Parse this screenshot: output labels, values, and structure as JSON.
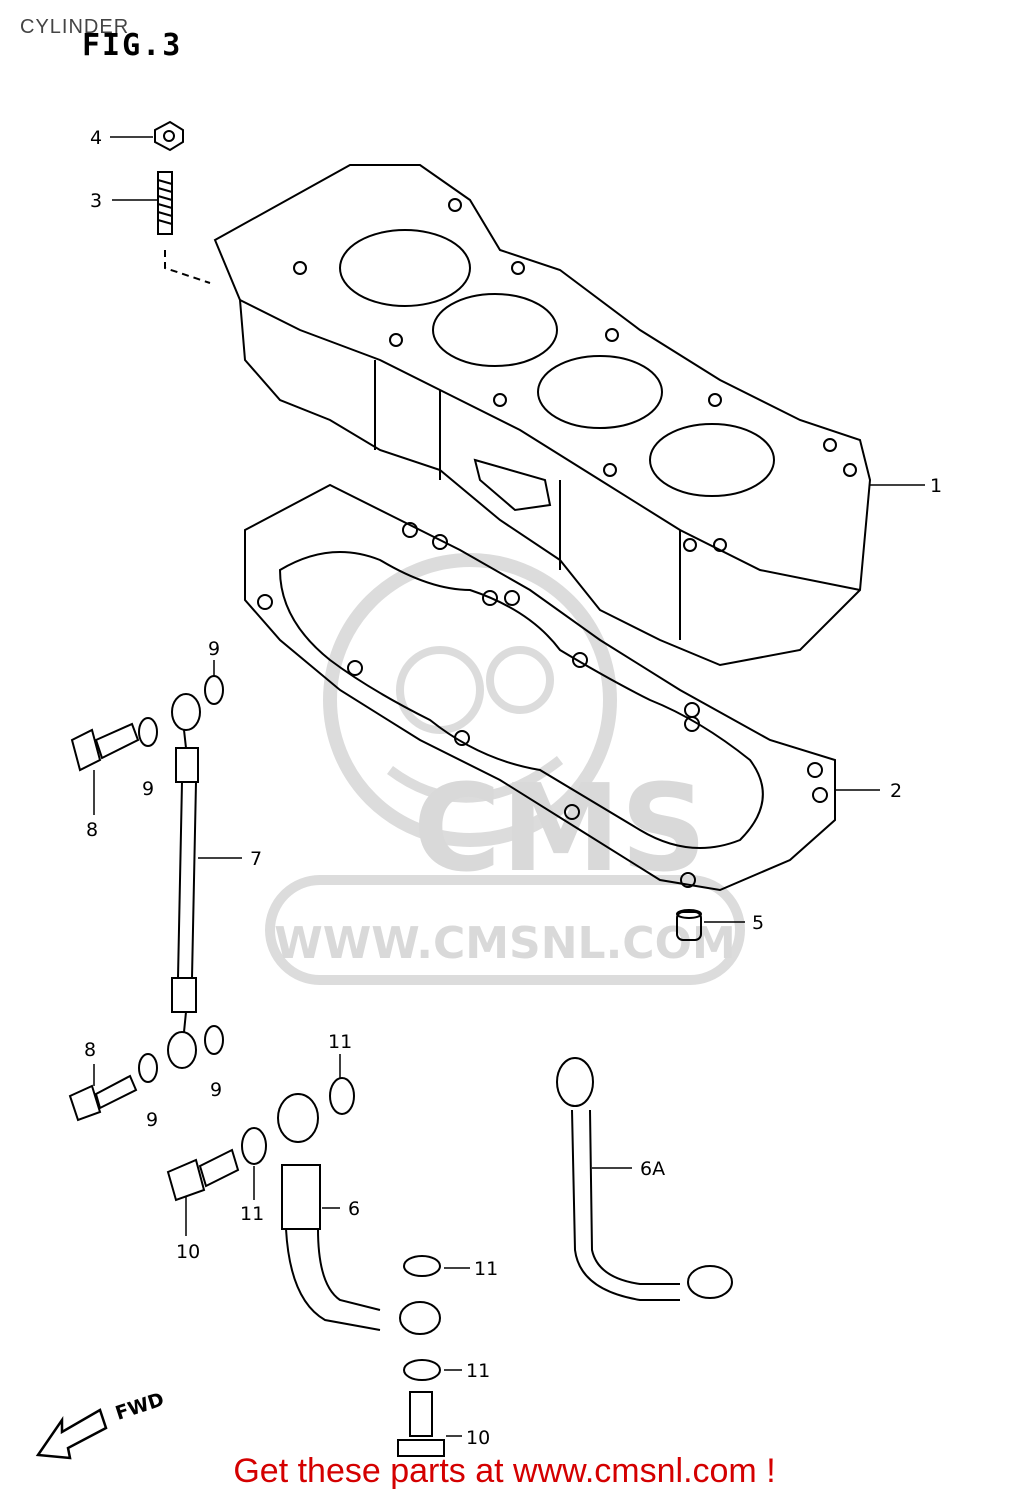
{
  "header": {
    "section": "CYLINDER",
    "figure": "FIG.3"
  },
  "watermark": {
    "brand": "CMS",
    "url": "WWW.CMSNL.COM"
  },
  "direction_label": "FWD",
  "callouts": [
    {
      "id": "c1",
      "label": "1"
    },
    {
      "id": "c2",
      "label": "2"
    },
    {
      "id": "c3",
      "label": "3"
    },
    {
      "id": "c4",
      "label": "4"
    },
    {
      "id": "c5",
      "label": "5"
    },
    {
      "id": "c6",
      "label": "6"
    },
    {
      "id": "c6a",
      "label": "6A"
    },
    {
      "id": "c7",
      "label": "7"
    },
    {
      "id": "c8a",
      "label": "8"
    },
    {
      "id": "c8b",
      "label": "8"
    },
    {
      "id": "c9a",
      "label": "9"
    },
    {
      "id": "c9b",
      "label": "9"
    },
    {
      "id": "c9c",
      "label": "9"
    },
    {
      "id": "c9d",
      "label": "9"
    },
    {
      "id": "c10a",
      "label": "10"
    },
    {
      "id": "c10b",
      "label": "10"
    },
    {
      "id": "c11a",
      "label": "11"
    },
    {
      "id": "c11b",
      "label": "11"
    },
    {
      "id": "c11c",
      "label": "11"
    },
    {
      "id": "c11d",
      "label": "11"
    }
  ],
  "footer": {
    "text": "Get these parts at www.cmsnl.com !"
  },
  "colors": {
    "line": "#000000",
    "watermark": "#d9d9d9",
    "footer": "#d40000"
  }
}
